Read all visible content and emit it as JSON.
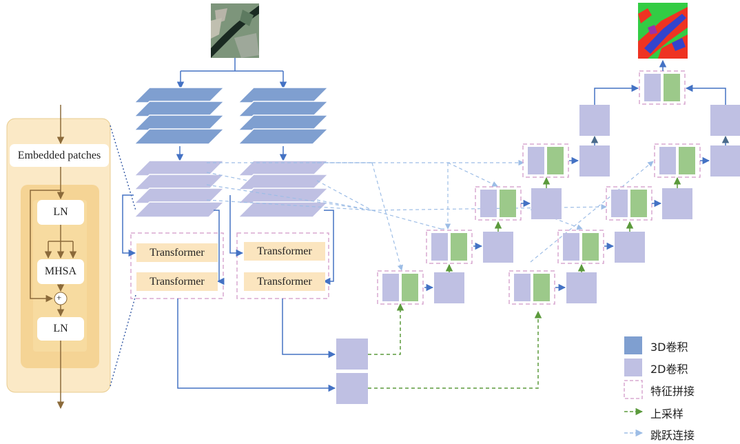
{
  "encoder_detail": {
    "embedded": "Embedded patches",
    "ln_top": "LN",
    "mhsa": "MHSA",
    "plus": "+",
    "ln_bottom": "LN"
  },
  "transformer_blocks": [
    "Transformer",
    "Transformer",
    "Transformer",
    "Transformer"
  ],
  "legend": {
    "conv3d": "3D卷积",
    "conv2d": "2D卷积",
    "concat": "特征拼接",
    "upsample": "上采样",
    "skip": "跳跃连接"
  },
  "colors": {
    "conv3d": "#7f9fd0",
    "conv2d": "#bfc0e3",
    "concat_border": "#d8a8d0",
    "green": "#9cc98a",
    "arrow_blue": "#4472c4",
    "upsample": "#5b9a3c",
    "skip": "#9dbde6",
    "panel_outer": "#fbe9c6",
    "panel_inner": "#f5d495",
    "brown": "#8b6a3a"
  }
}
